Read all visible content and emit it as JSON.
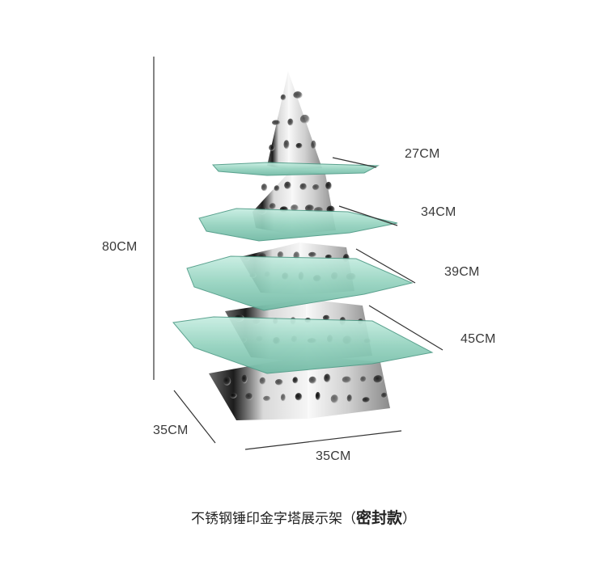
{
  "product": {
    "dimensions": {
      "height": "80CM",
      "depth": "35CM",
      "width": "35CM",
      "tiers": [
        "27CM",
        "34CM",
        "39CM",
        "45CM"
      ]
    },
    "caption": {
      "main": "不锈钢锤印金字塔展示架",
      "paren_open": "（",
      "variant": "密封款",
      "paren_close": "）"
    }
  },
  "colors": {
    "background": "#ffffff",
    "steel_light": "#f2f2f2",
    "steel_dark": "#1e1e1e",
    "glass": "#9ad6c4",
    "glass_edge": "#4e9b86",
    "line": "#333333",
    "text": "#3a3a3a"
  }
}
